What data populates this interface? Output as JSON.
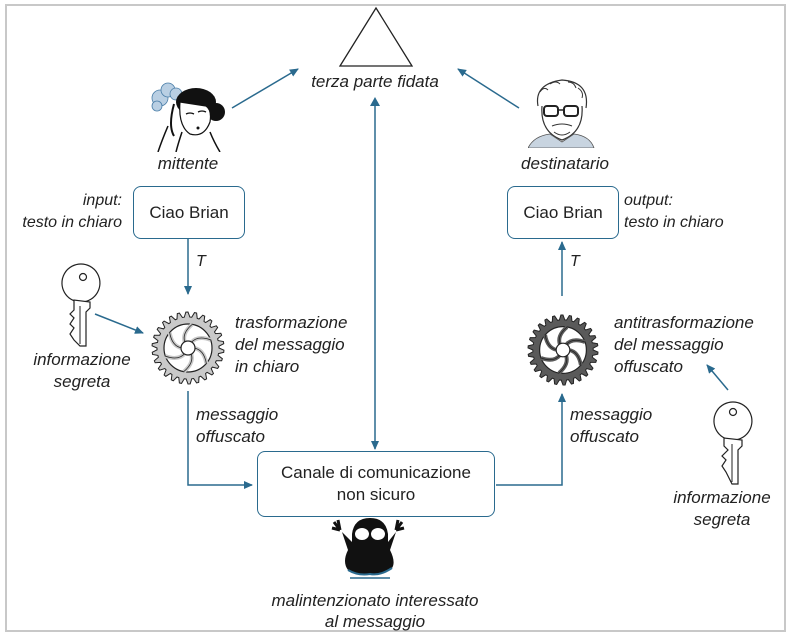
{
  "diagram": {
    "trusted_party": {
      "label": "terza parte fidata",
      "icon": "triangle-icon"
    },
    "sender": {
      "label": "mittente",
      "icon": "woman-portrait-icon"
    },
    "receiver": {
      "label": "destinatario",
      "icon": "old-man-portrait-icon"
    },
    "input_box": {
      "text": "Ciao Brian",
      "side_label_1": "input:",
      "side_label_2": "testo in chiaro"
    },
    "output_box": {
      "text": "Ciao Brian",
      "side_label_1": "output:",
      "side_label_2": "testo in chiaro"
    },
    "arrow_label_left": "T",
    "arrow_label_right": "T",
    "key_left": {
      "label_1": "informazione",
      "label_2": "segreta",
      "icon": "key-icon"
    },
    "key_right": {
      "label_1": "informazione",
      "label_2": "segreta",
      "icon": "key-icon"
    },
    "gear_left": {
      "label_1": "trasformazione",
      "label_2": "del messaggio",
      "label_3": "in chiaro",
      "icon": "gear-icon"
    },
    "gear_right": {
      "label_1": "antitrasformazione",
      "label_2": "del messaggio",
      "label_3": "offuscato",
      "icon": "gear-icon"
    },
    "obfuscated_left": {
      "label_1": "messaggio",
      "label_2": "offuscato"
    },
    "obfuscated_right": {
      "label_1": "messaggio",
      "label_2": "offuscato"
    },
    "channel_box": {
      "line_1": "Canale di comunicazione",
      "line_2": "non sicuro"
    },
    "attacker": {
      "label_1": "malintenzionato interessato",
      "label_2": "al messaggio",
      "icon": "ghost-attacker-icon"
    },
    "colors": {
      "arrow": "#2a6a8e",
      "frame": "#c8c8c8",
      "gear_left": "#c9c9c9",
      "gear_right": "#5a5a5a"
    }
  }
}
